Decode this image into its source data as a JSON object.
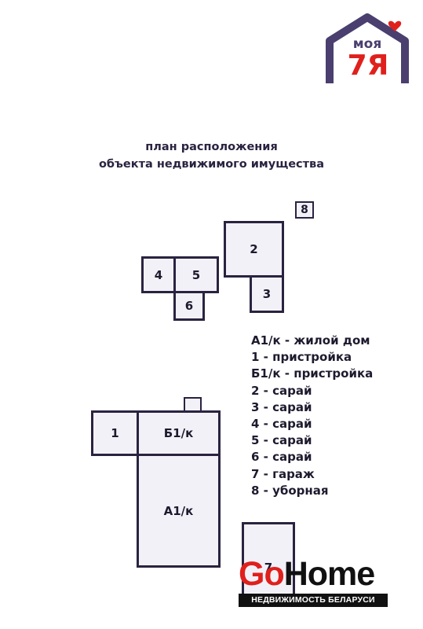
{
  "logo": {
    "top_text": "моя",
    "bottom_text": "7Я",
    "accent_color": "#e0201c",
    "primary_color": "#4a3f6e"
  },
  "title": {
    "line1": "план расположения",
    "line2": "объекта недвижимого имущества"
  },
  "buildings": {
    "b8": "8",
    "b2": "2",
    "b3": "3",
    "b4": "4",
    "b5": "5",
    "b6": "6",
    "b1": "1",
    "bB1k": "Б1/к",
    "bA1k": "А1/к",
    "b7": "7"
  },
  "legend": [
    "А1/к - жилой дом",
    "1 - пристройка",
    "Б1/к - пристройка",
    "2 - сарай",
    "3 - сарай",
    "4 - сарай",
    "5 - сарай",
    "6 - сарай",
    "7 - гараж",
    "8 - уборная"
  ],
  "watermark": {
    "go": "Go",
    "home": "Home",
    "tagline": "НЕДВИЖИМОСТЬ БЕЛАРУСИ",
    "brand_color": "#e0201c"
  }
}
